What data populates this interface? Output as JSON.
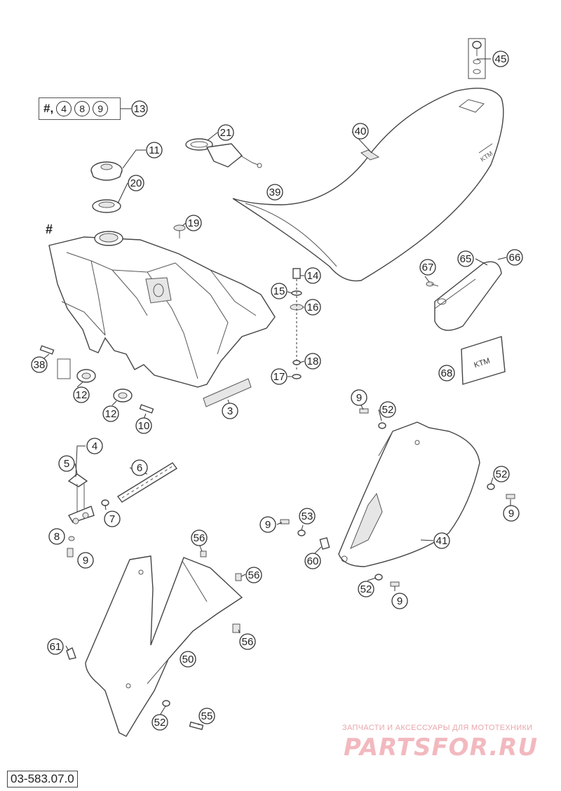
{
  "diagram_code": "03-583.07.0",
  "reference_box": {
    "hash": "#,",
    "refs": [
      "4",
      "8",
      "9"
    ],
    "target": "13"
  },
  "tank_marker": "#",
  "watermark": {
    "tagline": "ЗАПЧАСТИ И АКСЕССУАРЫ ДЛЯ МОТОТЕХНИКИ",
    "brand": "PARTSFOR.RU"
  },
  "callouts": [
    {
      "id": "c45",
      "label": "45"
    },
    {
      "id": "c13",
      "label": "13"
    },
    {
      "id": "c40",
      "label": "40"
    },
    {
      "id": "c21",
      "label": "21"
    },
    {
      "id": "c11",
      "label": "11"
    },
    {
      "id": "c20",
      "label": "20"
    },
    {
      "id": "c39",
      "label": "39"
    },
    {
      "id": "c19",
      "label": "19"
    },
    {
      "id": "c14",
      "label": "14"
    },
    {
      "id": "c15",
      "label": "15"
    },
    {
      "id": "c16",
      "label": "16"
    },
    {
      "id": "c67",
      "label": "67"
    },
    {
      "id": "c65",
      "label": "65"
    },
    {
      "id": "c66",
      "label": "66"
    },
    {
      "id": "c38",
      "label": "38"
    },
    {
      "id": "c18",
      "label": "18"
    },
    {
      "id": "c17",
      "label": "17"
    },
    {
      "id": "c68",
      "label": "68"
    },
    {
      "id": "c12a",
      "label": "12"
    },
    {
      "id": "c12b",
      "label": "12"
    },
    {
      "id": "c3",
      "label": "3"
    },
    {
      "id": "c10",
      "label": "10"
    },
    {
      "id": "c9a",
      "label": "9"
    },
    {
      "id": "c52a",
      "label": "52"
    },
    {
      "id": "c4",
      "label": "4"
    },
    {
      "id": "c5",
      "label": "5"
    },
    {
      "id": "c6",
      "label": "6"
    },
    {
      "id": "c7",
      "label": "7"
    },
    {
      "id": "c52b",
      "label": "52"
    },
    {
      "id": "c9b",
      "label": "9"
    },
    {
      "id": "c8",
      "label": "8"
    },
    {
      "id": "c9c",
      "label": "9"
    },
    {
      "id": "c9d",
      "label": "9"
    },
    {
      "id": "c53",
      "label": "53"
    },
    {
      "id": "c56a",
      "label": "56"
    },
    {
      "id": "c41",
      "label": "41"
    },
    {
      "id": "c60",
      "label": "60"
    },
    {
      "id": "c56b",
      "label": "56"
    },
    {
      "id": "c52c",
      "label": "52"
    },
    {
      "id": "c9e",
      "label": "9"
    },
    {
      "id": "c56c",
      "label": "56"
    },
    {
      "id": "c61",
      "label": "61"
    },
    {
      "id": "c50",
      "label": "50"
    },
    {
      "id": "c52d",
      "label": "52"
    },
    {
      "id": "c55",
      "label": "55"
    }
  ]
}
